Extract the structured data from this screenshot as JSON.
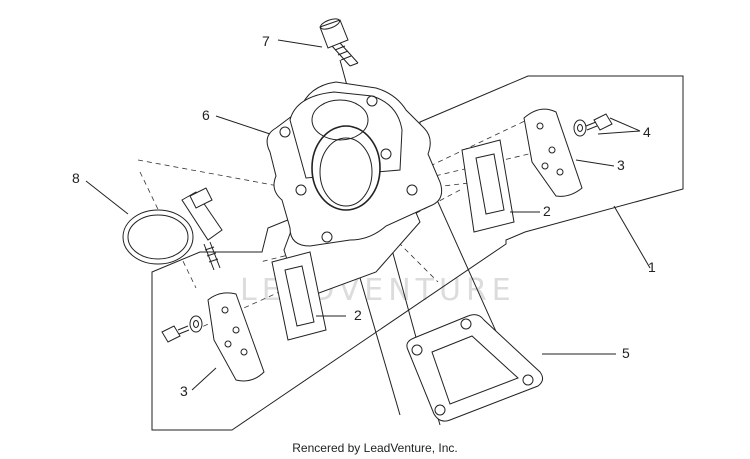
{
  "callouts": {
    "c1": "1",
    "c2a": "2",
    "c2b": "2",
    "c3a": "3",
    "c3b": "3",
    "c4": "4",
    "c5": "5",
    "c6": "6",
    "c7": "7",
    "c8": "8"
  },
  "watermark": "LEADVENTURE",
  "credit": "Rencered by LeadVenture, Inc."
}
